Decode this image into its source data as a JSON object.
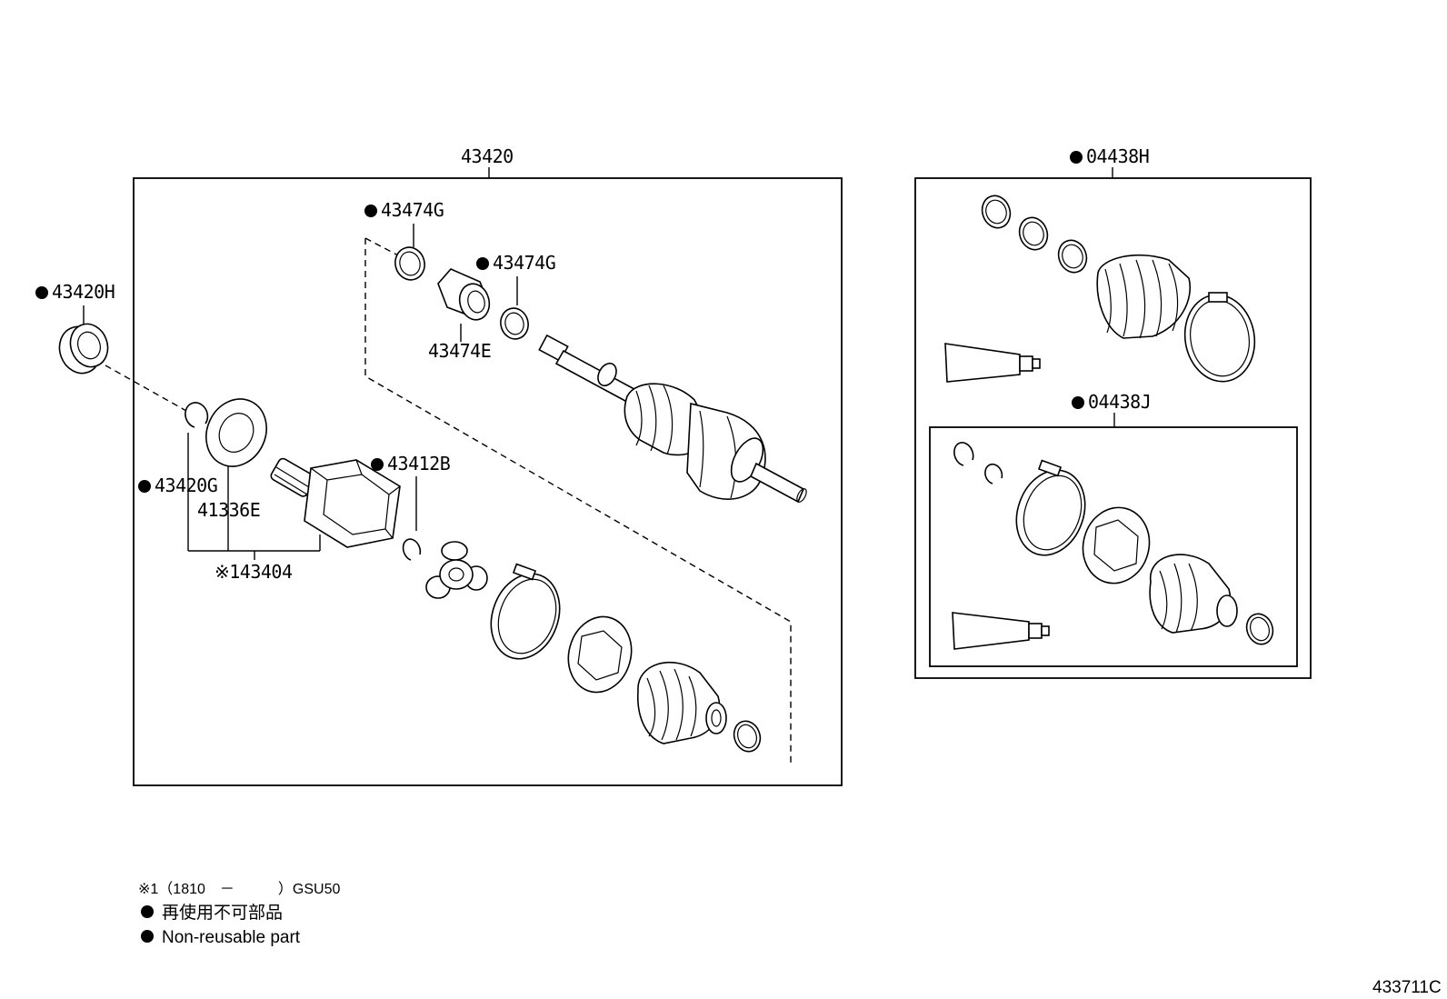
{
  "labels": {
    "assembly": "43420",
    "joint_kit_outer": "04438H",
    "joint_kit_inner": "04438J",
    "seal": "43420H",
    "clamp_1": "43474G",
    "clamp_2": "43474G",
    "damper": "43474E",
    "snap_ring_main": "43412B",
    "ring": "43420G",
    "washer": "41336E",
    "housing": "※143404"
  },
  "legend": {
    "footnote": "※1（1810　－　　　）GSU50",
    "non_reusable_jp": "再使用不可部品",
    "non_reusable_en": "Non-reusable part"
  },
  "figure_code": "433711C"
}
